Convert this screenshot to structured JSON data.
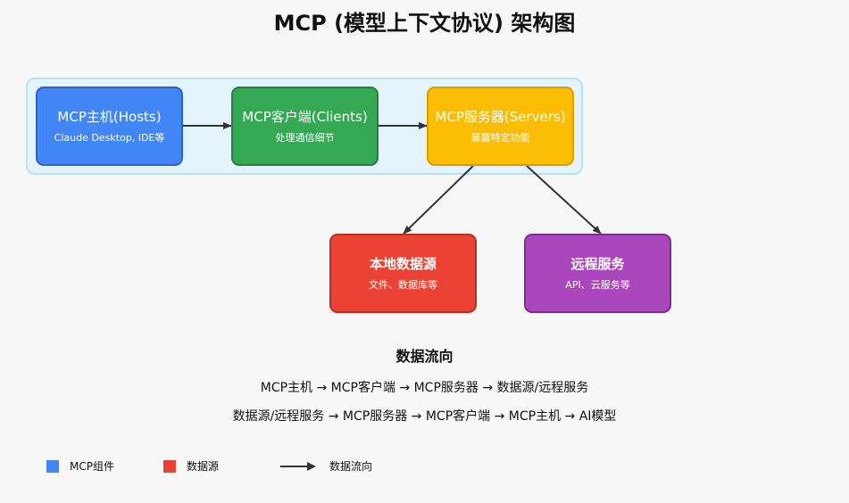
{
  "title": "MCP (模型上下文协议) 架构图",
  "nodes": {
    "hosts": {
      "label": "MCP主机(Hosts)",
      "sub": "Claude Desktop, IDE等"
    },
    "clients": {
      "label": "MCP客户端(Clients)",
      "sub": "处理通信细节"
    },
    "servers": {
      "label": "MCP服务器(Servers)",
      "sub": "暴露特定功能"
    },
    "local": {
      "label": "本地数据源",
      "sub": "文件、数据库等"
    },
    "remote": {
      "label": "远程服务",
      "sub": "API、云服务等"
    }
  },
  "flow": {
    "title": "数据流向",
    "line1": "MCP主机 → MCP客户端 → MCP服务器 → 数据源/远程服务",
    "line2": "数据源/远程服务 → MCP服务器 → MCP客户端 → MCP主机 → AI模型"
  },
  "legend": {
    "mcp": "MCP组件",
    "data": "数据源",
    "flow": "数据流向"
  },
  "colors": {
    "hosts": "#4285f4",
    "clients": "#34a853",
    "servers": "#fbbc04",
    "local": "#ea4335",
    "remote": "#ab47bc",
    "group": "#e5f3fc",
    "arrow": "#333333"
  }
}
